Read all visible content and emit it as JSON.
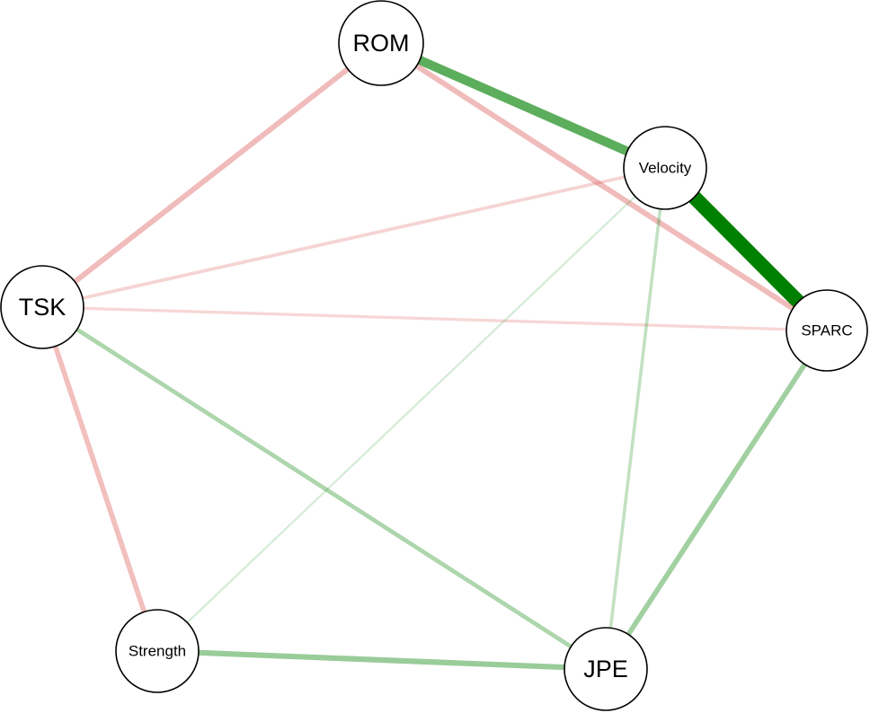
{
  "nodes": [
    {
      "id": "ROM",
      "label": "ROM"
    },
    {
      "id": "Velocity",
      "label": "Velocity"
    },
    {
      "id": "SPARC",
      "label": "SPARC"
    },
    {
      "id": "TSK",
      "label": "TSK"
    },
    {
      "id": "Strength",
      "label": "Strength"
    },
    {
      "id": "JPE",
      "label": "JPE"
    }
  ],
  "edges": [
    {
      "from": "ROM",
      "to": "Velocity",
      "sign": "positive",
      "strength": 0.6
    },
    {
      "from": "Velocity",
      "to": "SPARC",
      "sign": "positive",
      "strength": 1.0
    },
    {
      "from": "ROM",
      "to": "SPARC",
      "sign": "negative",
      "strength": 0.32
    },
    {
      "from": "ROM",
      "to": "TSK",
      "sign": "negative",
      "strength": 0.32
    },
    {
      "from": "TSK",
      "to": "Velocity",
      "sign": "negative",
      "strength": 0.17
    },
    {
      "from": "TSK",
      "to": "SPARC",
      "sign": "negative",
      "strength": 0.14
    },
    {
      "from": "TSK",
      "to": "Strength",
      "sign": "negative",
      "strength": 0.3
    },
    {
      "from": "TSK",
      "to": "JPE",
      "sign": "positive",
      "strength": 0.24
    },
    {
      "from": "SPARC",
      "to": "JPE",
      "sign": "positive",
      "strength": 0.3
    },
    {
      "from": "Strength",
      "to": "JPE",
      "sign": "positive",
      "strength": 0.33
    },
    {
      "from": "Velocity",
      "to": "JPE",
      "sign": "positive",
      "strength": 0.16
    },
    {
      "from": "Velocity",
      "to": "Strength",
      "sign": "positive",
      "strength": 0.07
    }
  ],
  "colors": {
    "positive": "#008000",
    "negative": "#d9534f",
    "node_fill": "#ffffff",
    "node_stroke": "#000000"
  }
}
